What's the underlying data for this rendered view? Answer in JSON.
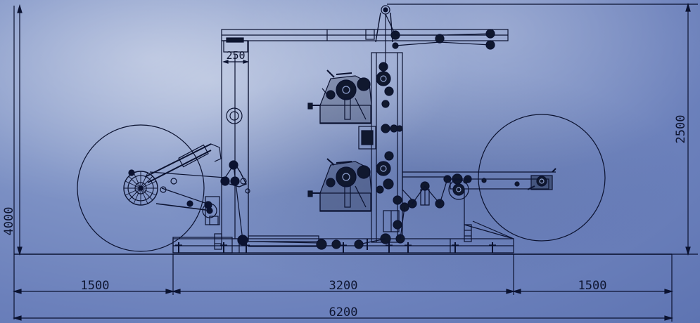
{
  "dimensions": {
    "left_section": "1500",
    "middle_section": "3200",
    "right_section": "1500",
    "total_length": "6200",
    "total_height": "4000",
    "unwind_height": "2500",
    "top_detail": "250"
  },
  "colors": {
    "line": "#0b1230",
    "fill_dark": "#10182e"
  }
}
